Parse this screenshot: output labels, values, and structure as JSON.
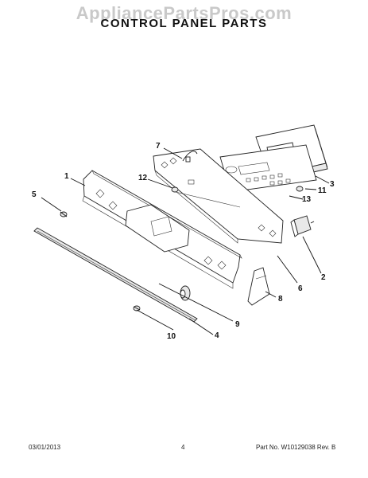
{
  "watermark": "AppliancePartsPros.com",
  "title": "CONTROL PANEL PARTS",
  "callouts": {
    "c1": "1",
    "c2": "2",
    "c3": "3",
    "c4": "4",
    "c5": "5",
    "c6": "6",
    "c7": "7",
    "c8": "8",
    "c9": "9",
    "c10": "10",
    "c11": "11",
    "c12": "12",
    "c13": "13"
  },
  "footer": {
    "date": "03/01/2013",
    "page": "4",
    "part_no": "Part No.  W10129038  Rev. B"
  }
}
